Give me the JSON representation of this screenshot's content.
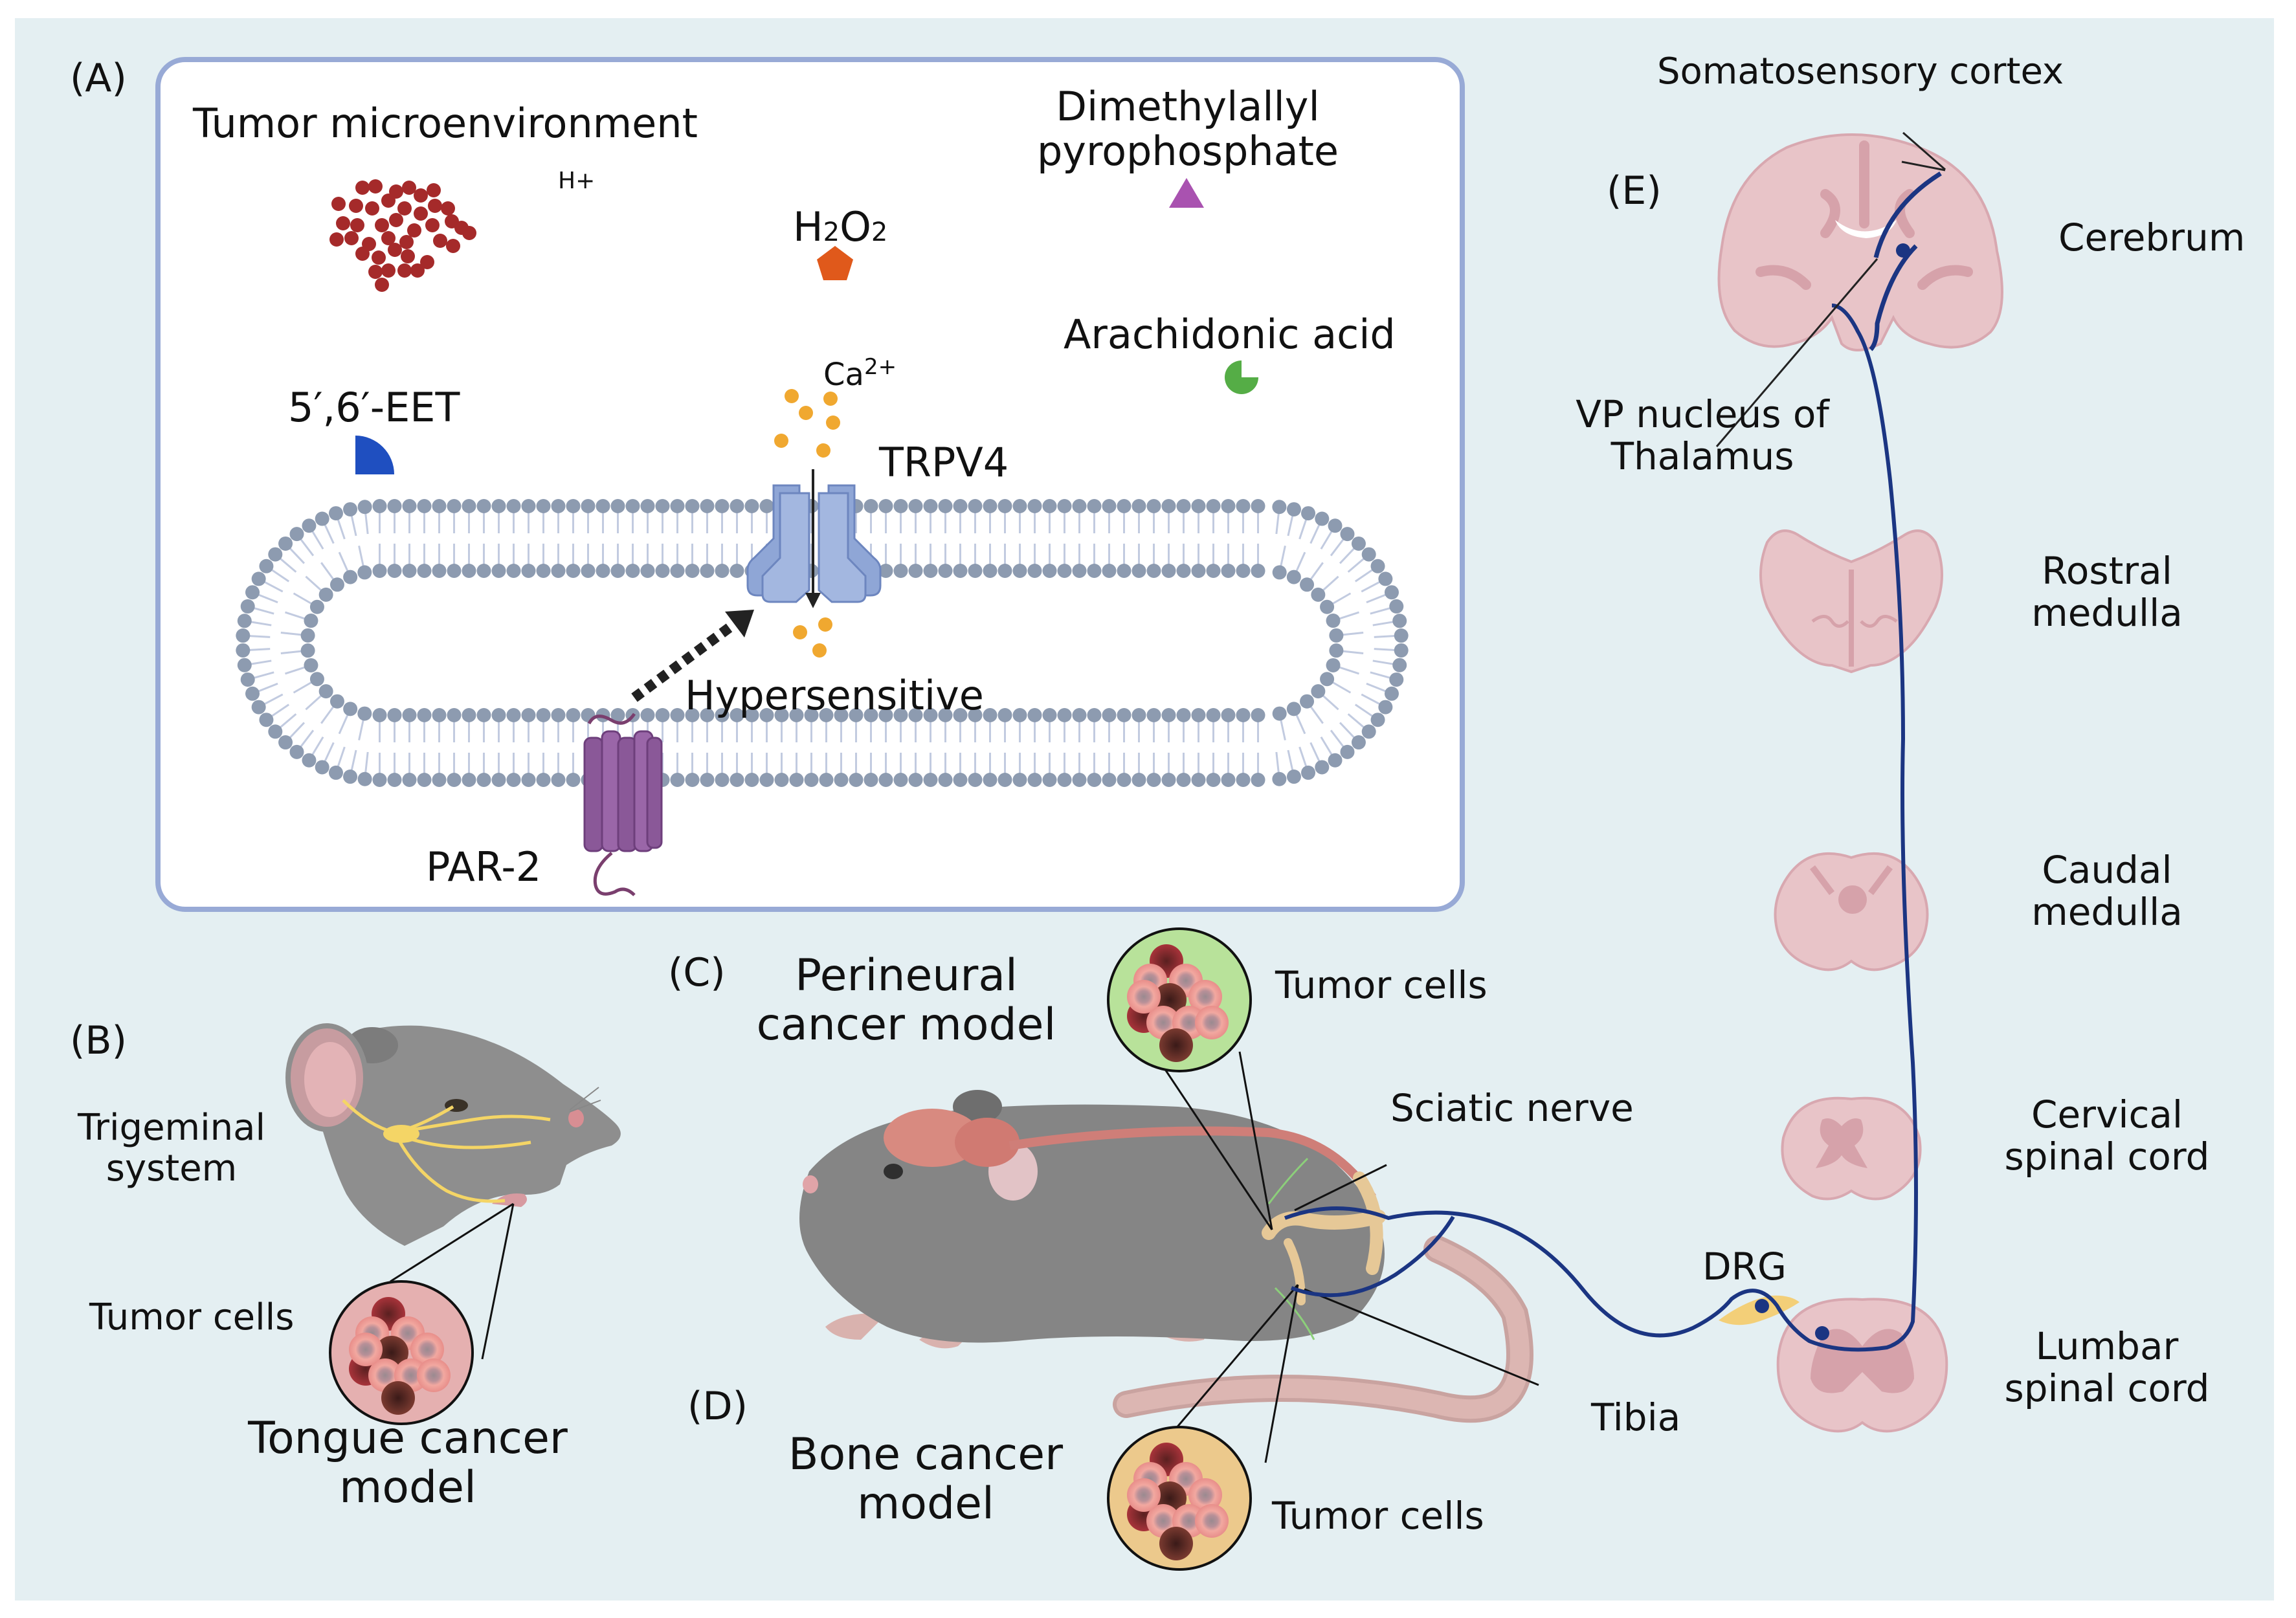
{
  "figure": {
    "panels": {
      "A": {
        "letter": "(A)",
        "tumor_microenvironment": "Tumor microenvironment",
        "proton_label": "H+",
        "h2o2": {
          "H": "H",
          "sub1": "2",
          "O": "O",
          "sub2": "2"
        },
        "dmapp_line1": "Dimethylallyl",
        "dmapp_line2": "pyrophosphate",
        "arachidonic_acid": "Arachidonic acid",
        "eet": "5′,6′-EET",
        "calcium": "Ca",
        "calcium_charge": "2+",
        "trpv4": "TRPV4",
        "hypersensitive": "Hypersensitive",
        "par2": "PAR-2"
      },
      "B": {
        "letter": "(B)",
        "trigeminal_line1": "Trigeminal",
        "trigeminal_line2": "system",
        "tumor_cells": "Tumor cells",
        "model_line1": "Tongue cancer",
        "model_line2": "model"
      },
      "C": {
        "letter": "(C)",
        "model_line1": "Perineural",
        "model_line2": "cancer model",
        "tumor_cells": "Tumor cells",
        "sciatic_nerve": "Sciatic nerve"
      },
      "D": {
        "letter": "(D)",
        "model_line1": "Bone cancer",
        "model_line2": "model",
        "tumor_cells": "Tumor cells",
        "tibia": "Tibia"
      },
      "E": {
        "letter": "(E)",
        "somatosensory_cortex": "Somatosensory cortex",
        "cerebrum": "Cerebrum",
        "vp_line1": "VP nucleus of",
        "vp_line2": "Thalamus",
        "rostral_line1": "Rostral",
        "rostral_line2": "medulla",
        "caudal_line1": "Caudal",
        "caudal_line2": "medulla",
        "cervical_line1": "Cervical",
        "cervical_line2": "spinal cord",
        "drg": "DRG",
        "lumbar_line1": "Lumbar",
        "lumbar_line2": "spinal cord"
      }
    },
    "colors": {
      "background": "#e4eff2",
      "panel_border": "#98aad6",
      "proton": "#a52a2a",
      "h2o2": "#e0591b",
      "dmapp": "#a952b0",
      "arachidonic": "#55ad46",
      "eet": "#1f4fc0",
      "calcium": "#f0a830",
      "trpv4": "#8fa6d6",
      "par2": "#9a66a8",
      "membrane_head": "#8d9bb0",
      "nerve": "#1b3582",
      "tissue": "#e8c4c8",
      "mouse": "#8e8e8e"
    }
  }
}
